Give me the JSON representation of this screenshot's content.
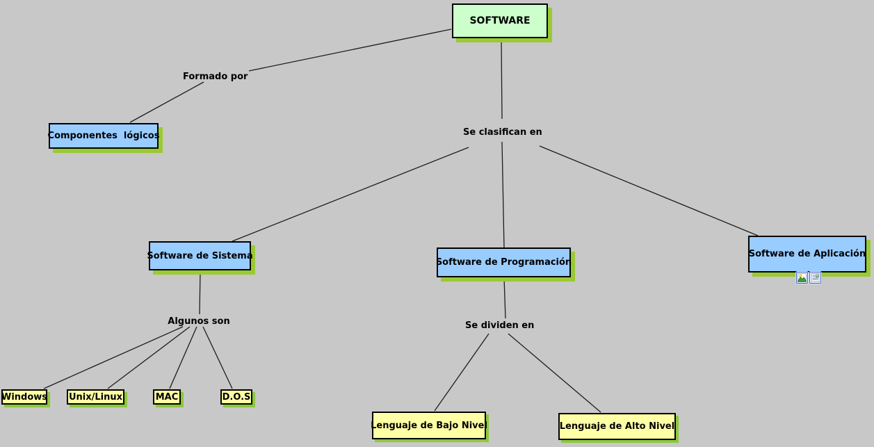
{
  "diagram_title": "SOFTWARE",
  "nodes": {
    "software": {
      "label": "SOFTWARE"
    },
    "componentes": {
      "label": "Componentes  lógicos"
    },
    "sistema": {
      "label": "Software de Sistema"
    },
    "programacion": {
      "label": "Software de Programación"
    },
    "aplicacion": {
      "label": "Software de Aplicación"
    },
    "windows": {
      "label": "Windows"
    },
    "unix": {
      "label": "Unix/Linux"
    },
    "mac": {
      "label": "MAC"
    },
    "dos": {
      "label": "D.O.S"
    },
    "bajo": {
      "label": "Lenguaje de Bajo Nivel"
    },
    "alto": {
      "label": "Lenguaje de Alto Nivel"
    }
  },
  "link_labels": {
    "formado": "Formado por",
    "clasifican": "Se clasifican en",
    "algunos": "Algunos son",
    "dividen": "Se dividen en"
  },
  "icons": {
    "image_resource": "image-resource-icon",
    "document_resource": "document-resource-icon"
  },
  "colors": {
    "background": "#c8c8c8",
    "concept_green": "#ccffcc",
    "concept_blue": "#99ccff",
    "concept_yellow": "#ffffa6",
    "shadow_green": "#9aca32",
    "border": "#000000",
    "line": "#1c1c1c"
  }
}
